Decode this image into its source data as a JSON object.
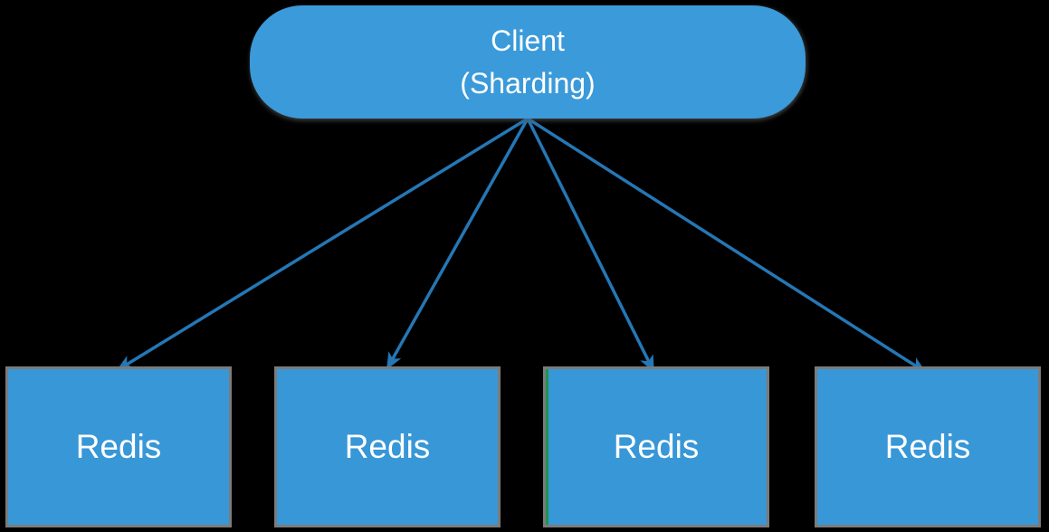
{
  "diagram": {
    "title_implicit": "Client-side sharding to multiple Redis instances",
    "background_color": "#000000",
    "client": {
      "id": "client",
      "line1": "Client",
      "line2": "(Sharding)",
      "shape": "rounded-pill",
      "fill": "#3b9ad9",
      "text_color": "#ffffff"
    },
    "shards": [
      {
        "id": "redis-1",
        "label": "Redis"
      },
      {
        "id": "redis-2",
        "label": "Redis"
      },
      {
        "id": "redis-3",
        "label": "Redis"
      },
      {
        "id": "redis-4",
        "label": "Redis"
      }
    ],
    "shard_style": {
      "shape": "rectangle",
      "fill": "#3897d7",
      "border_color": "#7b7b7b",
      "text_color": "#ffffff"
    },
    "edges": [
      {
        "from": "client",
        "to": "redis-1",
        "style": "solid",
        "arrowhead": "at-target"
      },
      {
        "from": "client",
        "to": "redis-2",
        "style": "solid",
        "arrowhead": "at-target"
      },
      {
        "from": "client",
        "to": "redis-3",
        "style": "solid",
        "arrowhead": "at-target"
      },
      {
        "from": "client",
        "to": "redis-4",
        "style": "solid",
        "arrowhead": "at-target"
      }
    ],
    "connector_color": "#2577b5"
  }
}
